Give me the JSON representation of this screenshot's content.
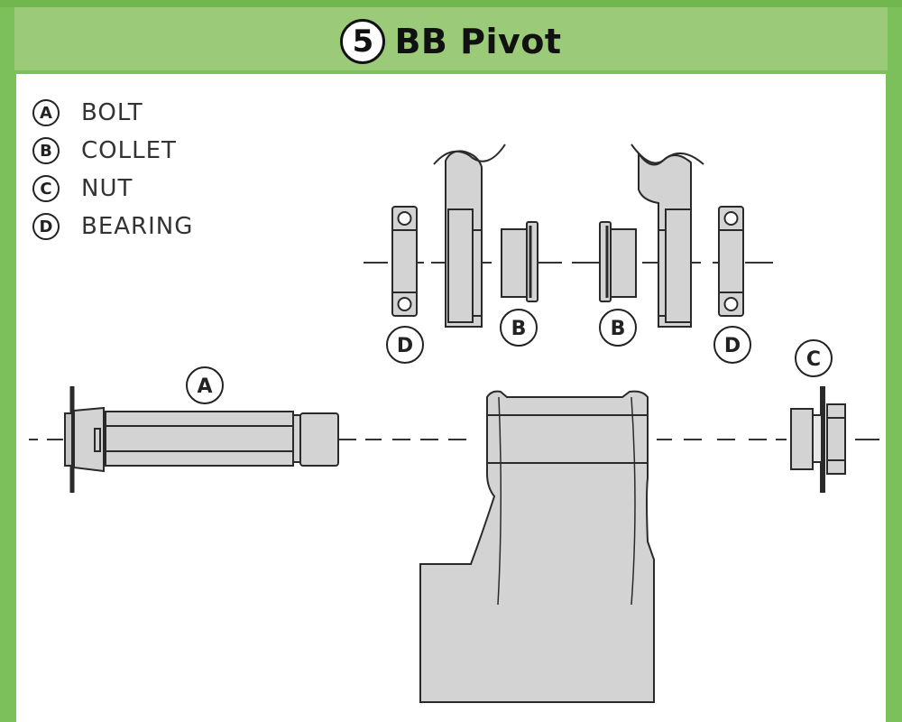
{
  "header": {
    "step_number": "5",
    "title": "BB Pivot"
  },
  "legend": [
    {
      "letter": "A",
      "label": "BOLT"
    },
    {
      "letter": "B",
      "label": "COLLET"
    },
    {
      "letter": "C",
      "label": "NUT"
    },
    {
      "letter": "D",
      "label": "BEARING"
    }
  ],
  "callouts": {
    "bolt": "A",
    "collet_left": "B",
    "collet_right": "B",
    "nut": "C",
    "bearing_left": "D",
    "bearing_right": "D"
  },
  "colors": {
    "frame_green": "#7cc05c",
    "header_green": "#9bcb78",
    "part_fill": "#d3d3d3",
    "outline": "#2a2a2a"
  }
}
